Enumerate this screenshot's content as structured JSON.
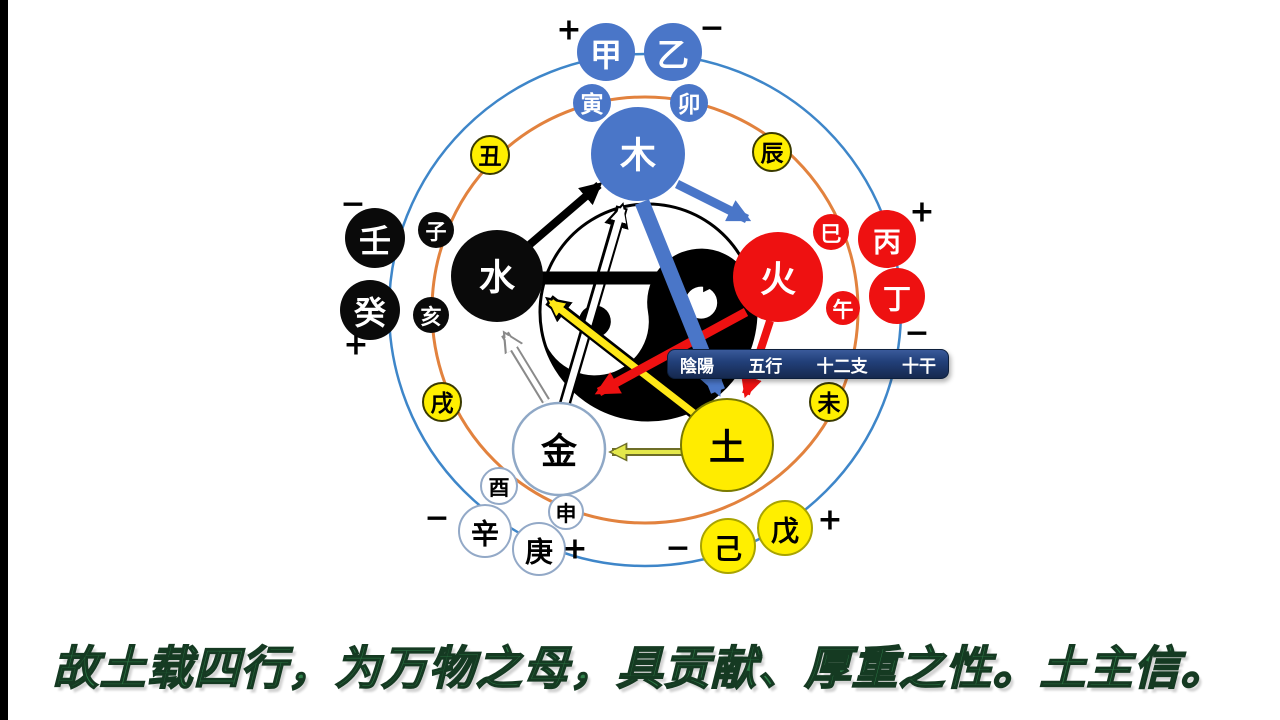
{
  "diagram": {
    "elements": {
      "wood": "木",
      "fire": "火",
      "earth": "土",
      "metal": "金",
      "water": "水"
    },
    "stems": {
      "jia": "甲",
      "yi": "乙",
      "bing": "丙",
      "ding": "丁",
      "wu": "戊",
      "ji": "己",
      "geng": "庚",
      "xin": "辛",
      "ren": "壬",
      "gui": "癸"
    },
    "branches": {
      "zi": "子",
      "chou": "丑",
      "yin": "寅",
      "mao": "卯",
      "chen": "辰",
      "si": "巳",
      "wu": "午",
      "wei": "未",
      "shen": "申",
      "you": "酉",
      "xu": "戌",
      "hai": "亥"
    },
    "signs": {
      "plus": "+",
      "minus": "−"
    },
    "colors": {
      "wood_blue": "#4A76C8",
      "fire_red": "#EE1111",
      "earth_yellow": "#FFEF00",
      "water_black": "#0A0A0A",
      "metal_white": "#FFFFFF",
      "outer_ring_blue": "#3E86C9",
      "inner_ring_orange": "#E2823E",
      "legend_navy": "#1E3866",
      "caption_green": "#2E8049"
    }
  },
  "legend": {
    "items": [
      "陰陽",
      "五行",
      "十二支",
      "十干"
    ]
  },
  "caption": {
    "text": "故土载四行，为万物之母，具贡献、厚重之性。土主信。"
  }
}
